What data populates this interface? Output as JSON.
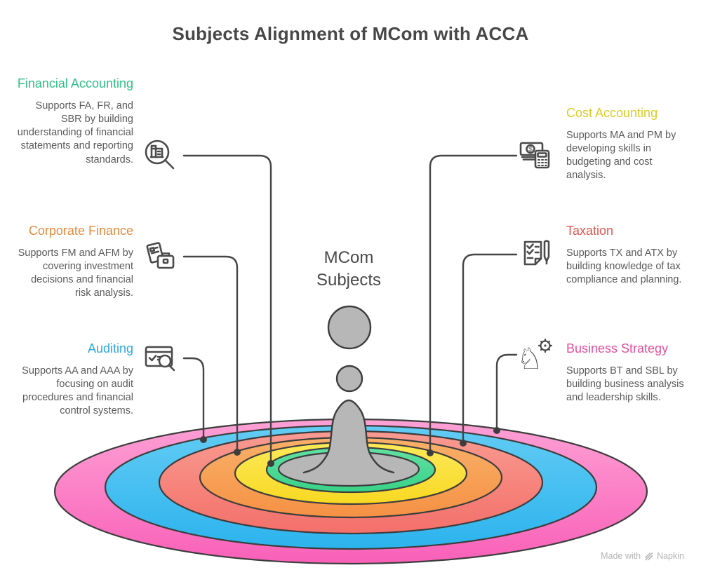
{
  "title": "Subjects Alignment of MCom with ACCA",
  "center_label": "MCom Subjects",
  "sections": [
    {
      "title": "Financial Accounting",
      "description": "Supports FA, FR, and SBR by building understanding of financial statements and reporting standards.",
      "color": "#2ebe85",
      "icon": "document-magnifier-icon",
      "side": "left"
    },
    {
      "title": "Corporate Finance",
      "description": "Supports FM and AFM by covering investment decisions and financial risk analysis.",
      "color": "#e58b3f",
      "icon": "documents-briefcase-icon",
      "side": "left"
    },
    {
      "title": "Auditing",
      "description": "Supports AA and AAA by focusing on audit procedures and financial control systems.",
      "color": "#2ea7de",
      "icon": "audit-window-magnifier-icon",
      "side": "left"
    },
    {
      "title": "Cost Accounting",
      "description": "Supports MA and PM by developing skills in budgeting and cost analysis.",
      "color": "#d9cd27",
      "icon": "banknote-calculator-icon",
      "side": "right"
    },
    {
      "title": "Taxation",
      "description": "Supports TX and ATX by building knowledge of tax compliance and planning.",
      "color": "#e25550",
      "icon": "tax-checklist-pen-icon",
      "side": "right"
    },
    {
      "title": "Business Strategy",
      "description": "Supports BT and SBL by building business analysis and leadership skills.",
      "color": "#e0509e",
      "icon": "chess-knight-gear-icon",
      "side": "right"
    }
  ],
  "ripple_rings": [
    {
      "ring": 1,
      "subject": "Business Strategy",
      "color": "#fa64ba"
    },
    {
      "ring": 2,
      "subject": "Auditing",
      "color": "#3bbdf0"
    },
    {
      "ring": 3,
      "subject": "Taxation",
      "color": "#f77d74"
    },
    {
      "ring": 4,
      "subject": "Corporate Finance",
      "color": "#f79c52"
    },
    {
      "ring": 5,
      "subject": "Cost Accounting",
      "color": "#fadf33"
    },
    {
      "ring": 6,
      "subject": "Financial Accounting",
      "color": "#48d694"
    },
    {
      "ring": 7,
      "subject": "MCom Subjects center",
      "color": "#b7b7b7"
    }
  ],
  "outline_color": "#3d3d3d",
  "watermark": {
    "prefix": "Made with",
    "brand": "Napkin"
  }
}
